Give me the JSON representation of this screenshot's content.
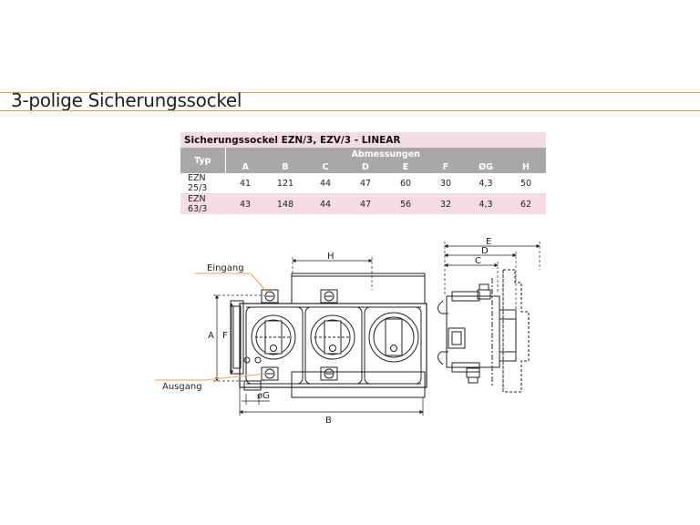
{
  "page": {
    "title": "3-polige Sicherungssockel"
  },
  "table": {
    "title": "Sicherungssockel EZN/3, EZV/3 - LINEAR",
    "type_header": "Typ",
    "group_header": "Abmessungen",
    "columns": [
      "A",
      "B",
      "C",
      "D",
      "E",
      "F",
      "ØG",
      "H"
    ],
    "rows": [
      {
        "typ": "EZN 25/3",
        "values": [
          "41",
          "121",
          "44",
          "47",
          "60",
          "30",
          "4,3",
          "50"
        ]
      },
      {
        "typ": "EZN 63/3",
        "values": [
          "43",
          "148",
          "44",
          "47",
          "56",
          "32",
          "4,3",
          "62"
        ]
      }
    ]
  },
  "drawing": {
    "label_in": "Eingang",
    "label_out": "Ausgang",
    "dim_a": "A",
    "dim_b": "B",
    "dim_c": "C",
    "dim_d": "D",
    "dim_e": "E",
    "dim_f": "F",
    "dim_g": "øG",
    "dim_h": "H"
  },
  "colors": {
    "accent": "#e8a060",
    "table_title_bg": "#f5dbe6",
    "table_header_bg": "#a8a8a8"
  }
}
